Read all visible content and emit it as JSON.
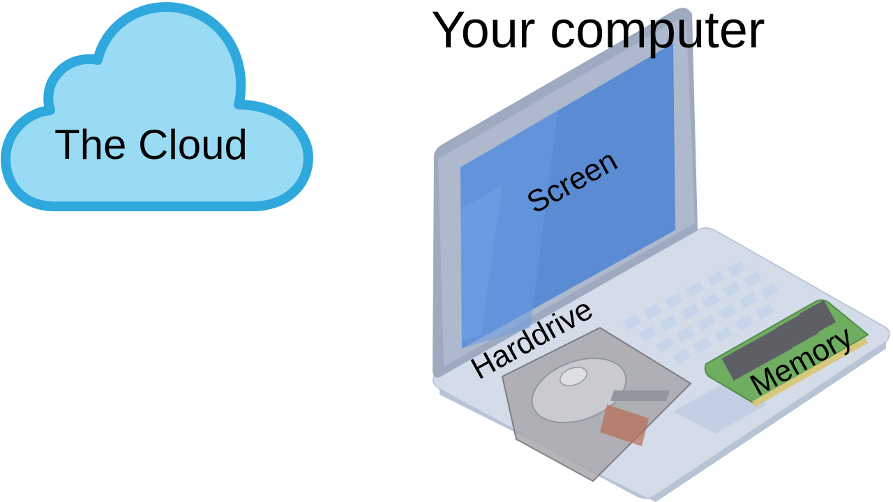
{
  "slide": {
    "title": "Your computer"
  },
  "cloud": {
    "label": "The Cloud",
    "fill_color": "#99dbf5",
    "stroke_color": "#2ea8dd"
  },
  "laptop": {
    "screen_label": "Screen",
    "harddrive_label": "Harddrive",
    "memory_label": "Memory",
    "screen_color": "#5a8bd3",
    "body_color": "#d3dbea",
    "frame_color": "#9eaac0"
  },
  "icons": {
    "cloud": "cloud-icon",
    "laptop": "laptop-icon",
    "harddrive": "harddrive-icon",
    "memory": "memory-stick-icon"
  }
}
